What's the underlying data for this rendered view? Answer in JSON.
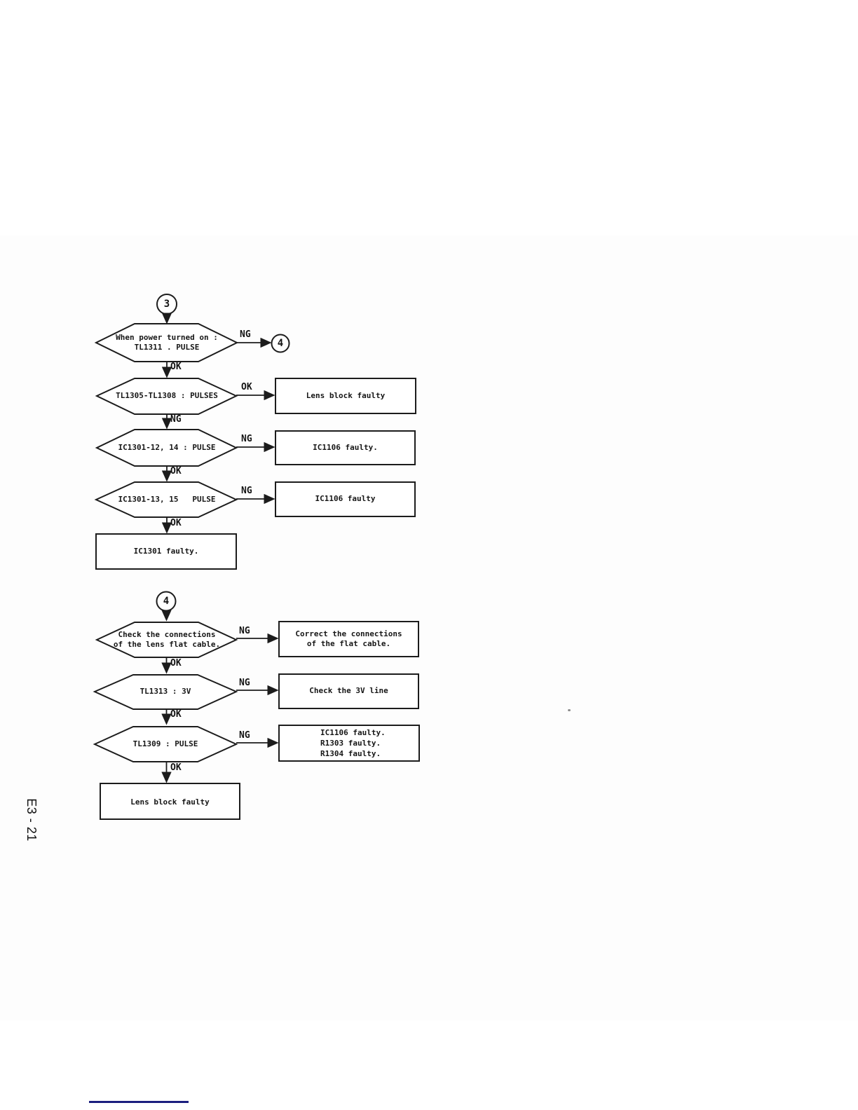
{
  "footer": {
    "page_number": "E3 - 21"
  },
  "branch_labels": {
    "ok": "OK",
    "ng": "NG"
  },
  "colors": {
    "line": "#1c1c1c",
    "footer_rule": "#1b1e7e",
    "paper": "#ffffff"
  },
  "flow1": {
    "entry": "3",
    "exit": "4",
    "dec": [
      {
        "l1": "When power turned on :",
        "l2": "TL1311 . PULSE"
      },
      {
        "l1": "TL1305-TL1308 : PULSES"
      },
      {
        "l1": "IC1301-12, 14 : PULSE"
      },
      {
        "l1": "IC1301-13, 15   PULSE"
      }
    ],
    "res": [
      {
        "l1": "Lens block faulty"
      },
      {
        "l1": "IC1106 faulty."
      },
      {
        "l1": "IC1106 faulty"
      },
      {
        "l1": "IC1301 faulty."
      }
    ]
  },
  "flow2": {
    "entry": "4",
    "dec": [
      {
        "l1": "Check the connections",
        "l2": "of the lens flat cable."
      },
      {
        "l1": "TL1313 : 3V"
      },
      {
        "l1": "TL1309 : PULSE"
      }
    ],
    "res": [
      {
        "l1": "Correct the connections",
        "l2": "of the flat cable."
      },
      {
        "l1": "Check the 3V line"
      },
      {
        "l1": "IC1106 faulty.",
        "l2": "R1303 faulty.",
        "l3": "R1304 faulty."
      },
      {
        "l1": "Lens block faulty"
      }
    ]
  }
}
